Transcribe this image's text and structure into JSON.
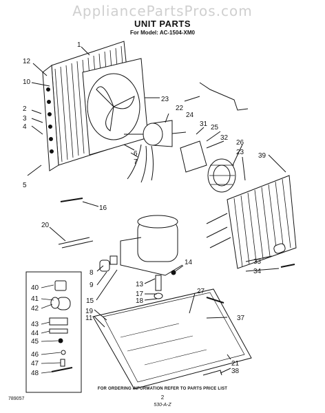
{
  "watermark": "AppliancePartsPros.com",
  "title": "UNIT PARTS",
  "subtitle": "For Model: AC-1504-XM0",
  "footer_note": "FOR ORDERING INFORMATION REFER TO PARTS PRICE LIST",
  "doc_number": "789057",
  "page_number": "2",
  "code": "530-A-Z",
  "callouts": [
    "1",
    "12",
    "10",
    "2",
    "3",
    "4",
    "5",
    "6",
    "7",
    "23",
    "22",
    "24",
    "31",
    "25",
    "32",
    "26",
    "23",
    "39",
    "16",
    "20",
    "8",
    "9",
    "15",
    "13",
    "17",
    "18",
    "14",
    "19",
    "11",
    "27",
    "37",
    "21",
    "38",
    "33",
    "34",
    "40",
    "41",
    "42",
    "43",
    "44",
    "45",
    "46",
    "47",
    "48"
  ]
}
